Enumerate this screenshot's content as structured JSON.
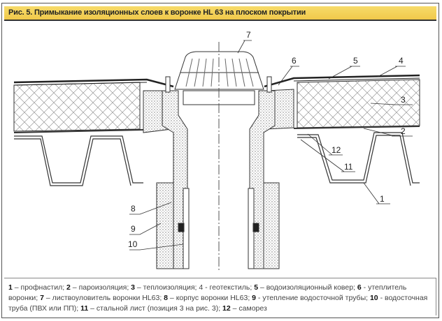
{
  "title": "Рис. 5. Примыкание изоляционных слоев к воронке HL 63 на плоском покрытии",
  "labels": [
    "1",
    "2",
    "3",
    "4",
    "5",
    "6",
    "7",
    "8",
    "9",
    "10",
    "11",
    "12"
  ],
  "legend": [
    {
      "num": "1",
      "text": " – профнастил; "
    },
    {
      "num": "2",
      "text": " – пароизоляция; "
    },
    {
      "num": "3",
      "text": " – теплоизоляция; 4 - геотекстиль; "
    },
    {
      "num": "5",
      "text": " – водоизоляционный ковер; "
    },
    {
      "num": "6",
      "text": " - утеплитель воронки; "
    },
    {
      "num": "7",
      "text": " – листвоуловитель воронки HL63; "
    },
    {
      "num": "8",
      "text": " – корпус воронки HL63; "
    },
    {
      "num": "9",
      "text": " - утепление водосточной трубы; "
    },
    {
      "num": "10",
      "text": " - водосточная труба (ПВХ или ПП); "
    },
    {
      "num": "11",
      "text": " – стальной лист (позиция 3 на рис. 3); "
    },
    {
      "num": "12",
      "text": " – саморез"
    }
  ],
  "colors": {
    "title_bg": "#f2cf55",
    "line": "#333333"
  }
}
